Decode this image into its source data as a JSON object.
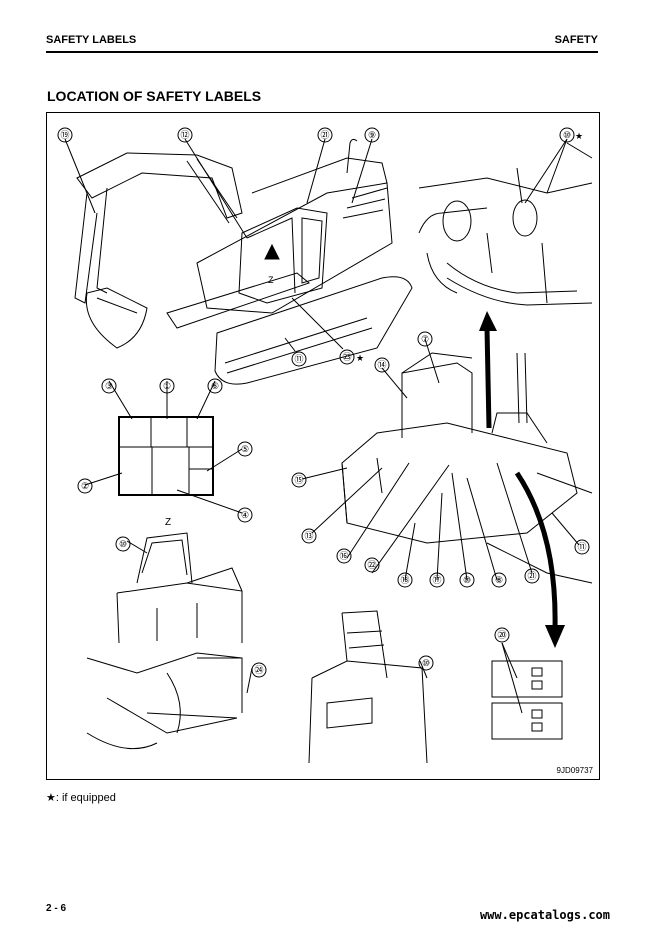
{
  "header": {
    "left": "SAFETY LABELS",
    "right": "SAFETY"
  },
  "title": "LOCATION OF SAFETY LABELS",
  "figure": {
    "figure_id": "9JD09737",
    "view_letter": "Z",
    "star": "★",
    "callouts": [
      "⑲",
      "⑫",
      "㉑",
      "⑨",
      "⑩",
      "⑪",
      "㉓",
      "③",
      "①",
      "⑥",
      "⑤",
      "②",
      "④",
      "⑭",
      "⑦",
      "⑮",
      "⑬",
      "⑯",
      "㉒",
      "⑱",
      "⑰",
      "⑩",
      "⑧",
      "㉑",
      "⑪",
      "⑩",
      "⑩",
      "⑳",
      "㉔"
    ]
  },
  "footnote": {
    "star": "★",
    "text": ": if equipped"
  },
  "page_number": "2 - 6",
  "watermark": "www.epcatalogs.com"
}
